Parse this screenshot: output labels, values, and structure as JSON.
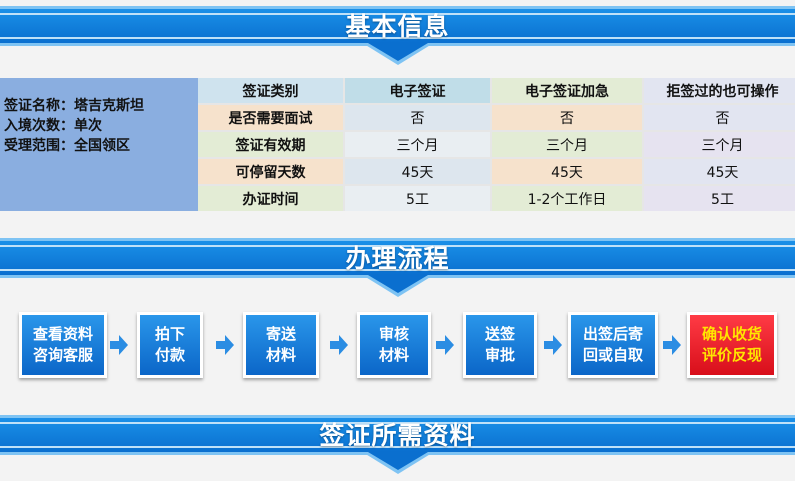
{
  "sections": {
    "basic_info": "基本信息",
    "process": "办理流程",
    "materials": "签证所需资料"
  },
  "summary": {
    "name": "签证名称：塔吉克斯坦",
    "entries": "入境次数：单次",
    "scope": "受理范围：全国领区"
  },
  "table": {
    "headers": [
      "签证类别",
      "电子签证",
      "电子签证加急",
      "拒签过的也可操作"
    ],
    "rows": [
      [
        "是否需要面试",
        "否",
        "否",
        "否"
      ],
      [
        "签证有效期",
        "三个月",
        "三个月",
        "三个月"
      ],
      [
        "可停留天数",
        "45天",
        "45天",
        "45天"
      ],
      [
        "办证时间",
        "5工",
        "1-2个工作日",
        "5工"
      ]
    ]
  },
  "steps": [
    {
      "line1": "查看资料",
      "line2": "咨询客服"
    },
    {
      "line1": "拍下",
      "line2": "付款"
    },
    {
      "line1": "寄送",
      "line2": "材料"
    },
    {
      "line1": "审核",
      "line2": "材料"
    },
    {
      "line1": "送签",
      "line2": "审批"
    },
    {
      "line1": "出签后寄",
      "line2": "回或自取"
    },
    {
      "line1": "确认收货",
      "line2": "评价反现"
    }
  ],
  "colors": {
    "banner": "#0a6fcf",
    "summary_bg": "#8aaee0",
    "step_blue": "#0b66c8",
    "step_red": "#d80e1a",
    "step_red_text": "#ffe600"
  }
}
